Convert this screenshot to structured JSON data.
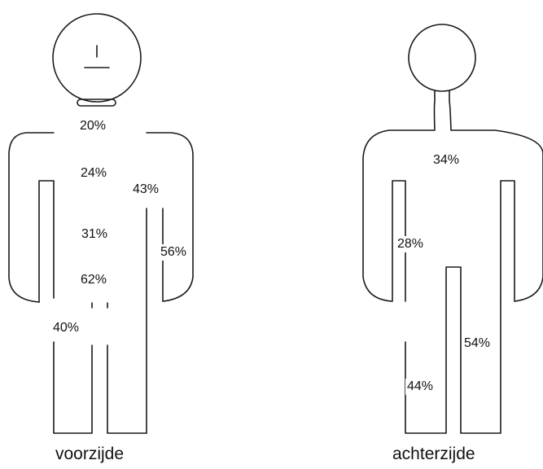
{
  "front": {
    "caption": "voorzijde",
    "labels": {
      "neck": "20%",
      "upper_chest": "24%",
      "upper_arm": "43%",
      "abdomen": "31%",
      "forearm": "56%",
      "groin": "62%",
      "thigh": "40%"
    }
  },
  "back": {
    "caption": "achterzijde",
    "labels": {
      "back": "34%",
      "arm": "28%",
      "upper_leg": "54%",
      "lower_leg": "44%"
    }
  },
  "colors": {
    "line": "#1a1a1a",
    "text": "#111111",
    "background": "#ffffff"
  }
}
